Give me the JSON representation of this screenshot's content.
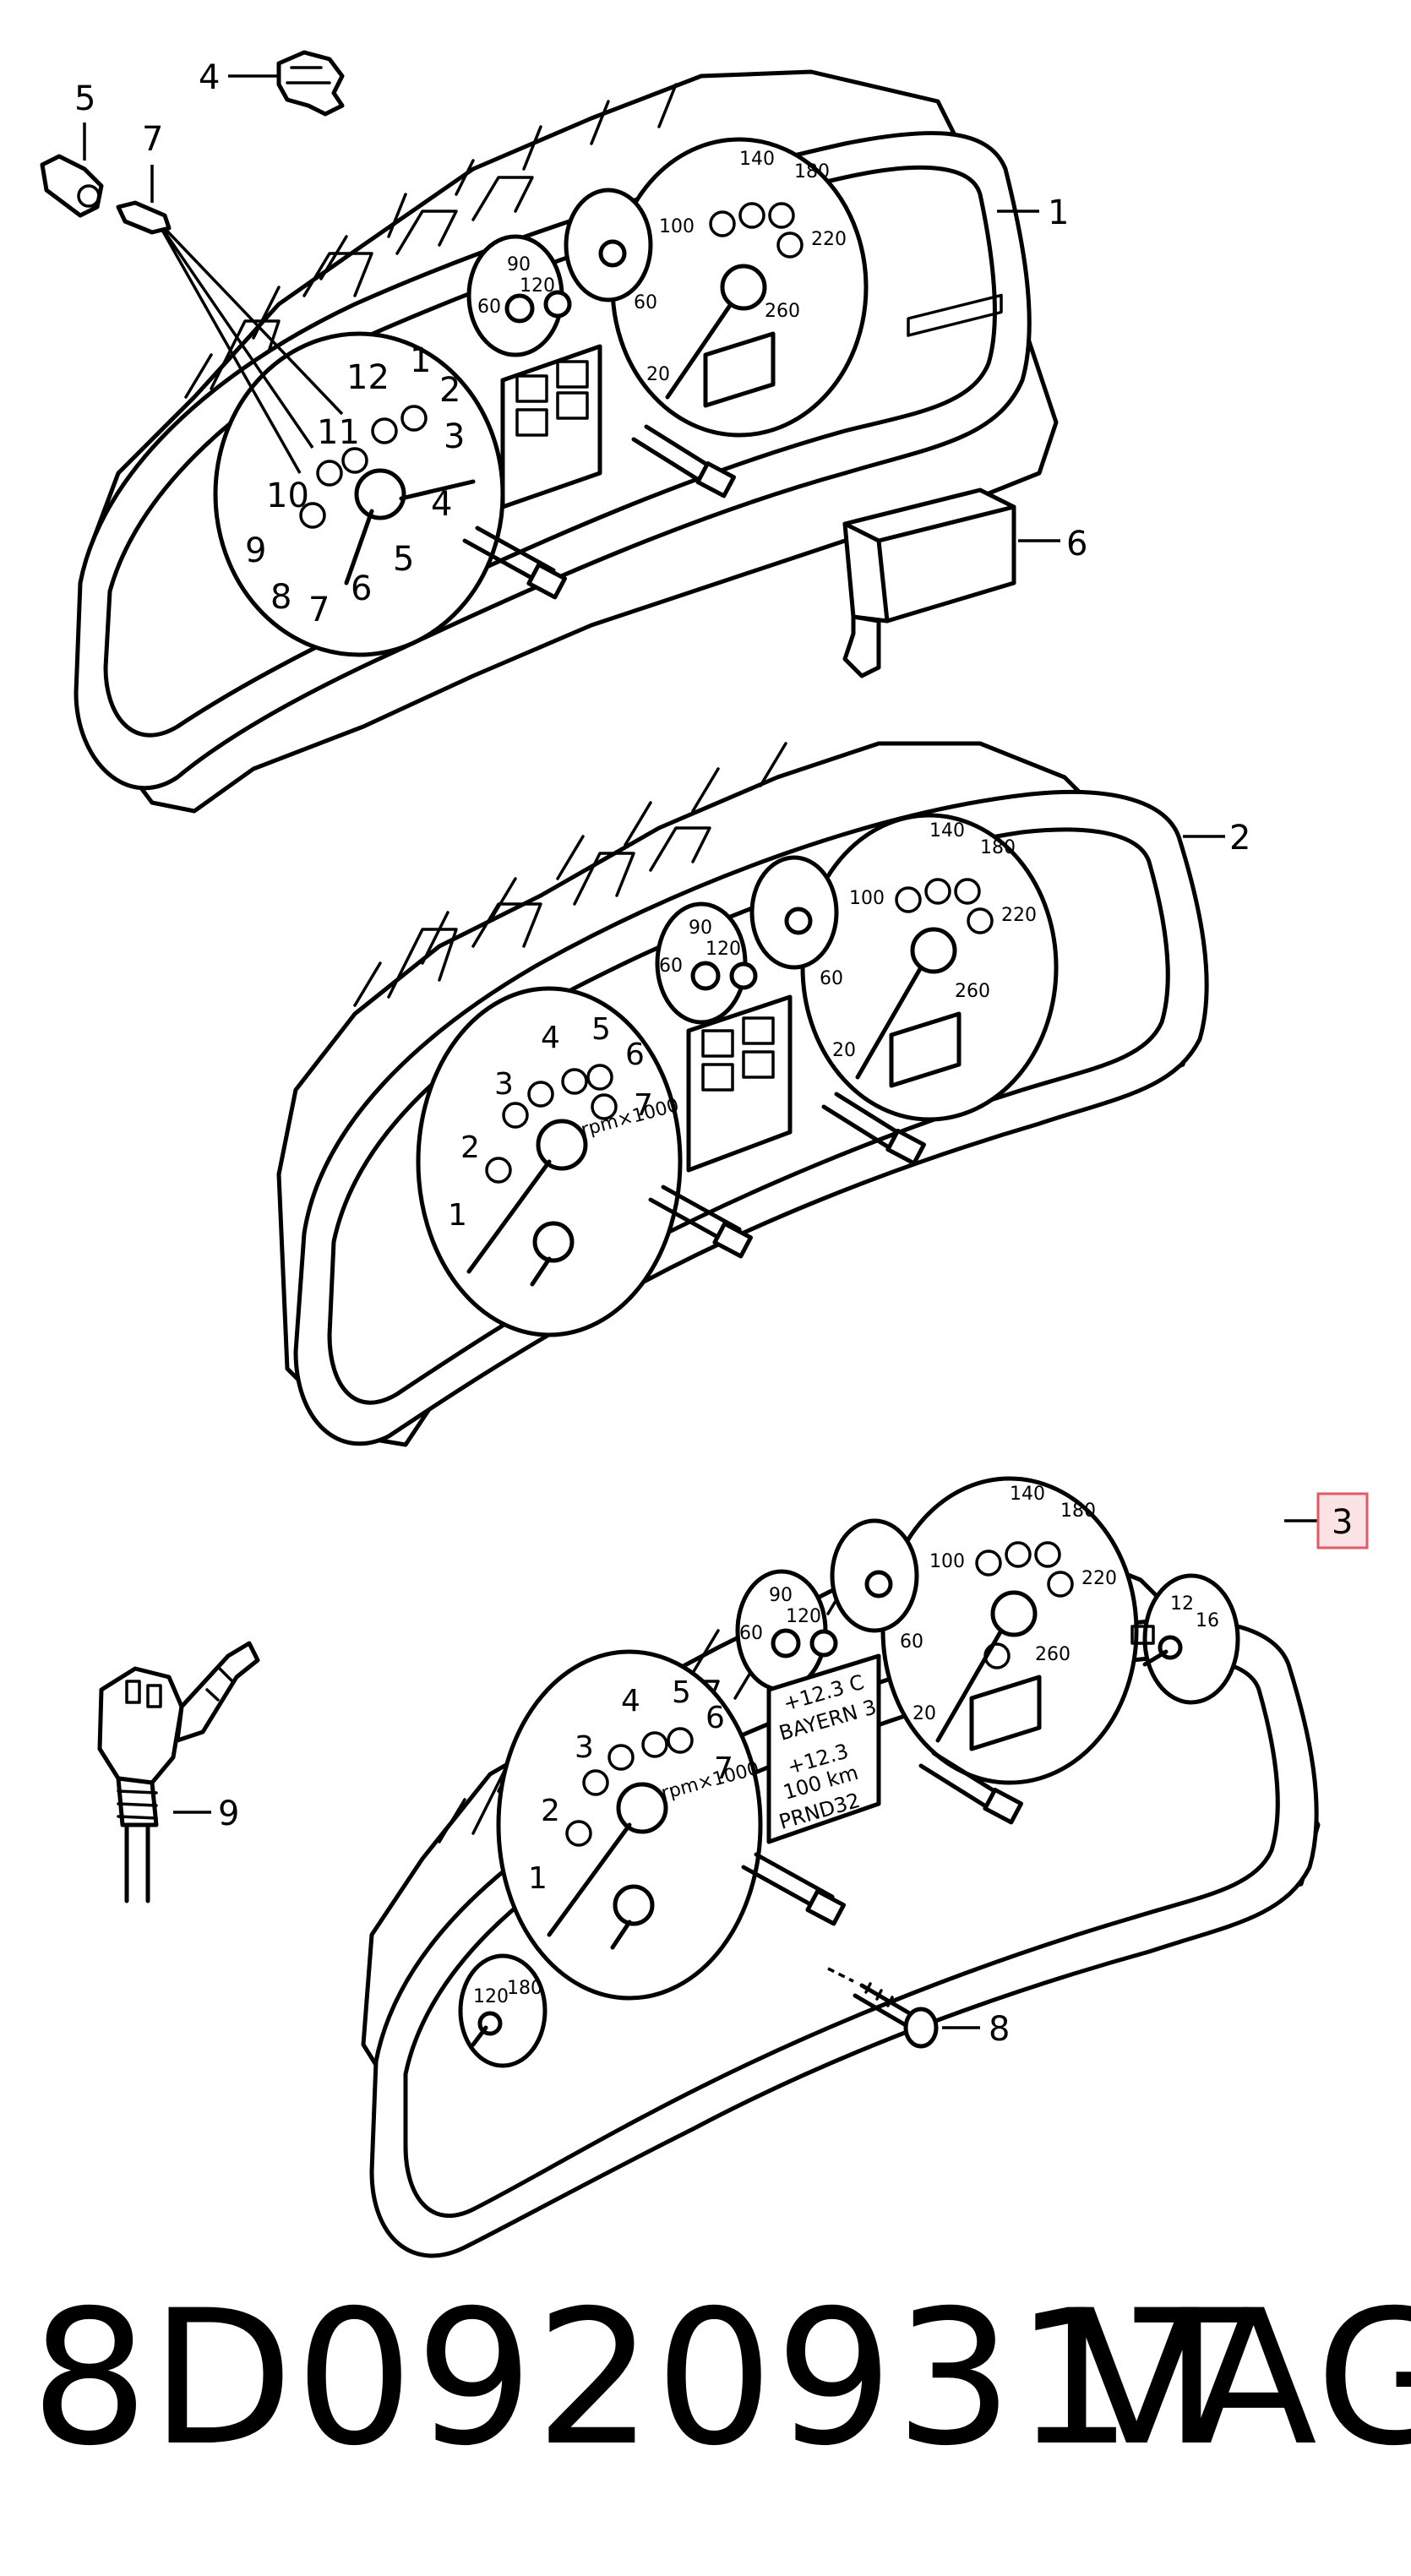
{
  "callouts": {
    "c1": "1",
    "c2": "2",
    "c3": "3",
    "c4": "4",
    "c5": "5",
    "c6": "6",
    "c7": "7",
    "c8": "8",
    "c9": "9"
  },
  "highlight_color": "#e15a67",
  "highlight_fill": "#fbe2e4",
  "cluster1": {
    "tach": [
      "1",
      "2",
      "3",
      "4",
      "5",
      "6",
      "7",
      "8",
      "9",
      "10",
      "11",
      "12"
    ],
    "speedo": [
      "20",
      "60",
      "100",
      "140",
      "180",
      "220",
      "260"
    ],
    "small_gauge": [
      "60",
      "90",
      "120"
    ]
  },
  "cluster2": {
    "tach": [
      "1",
      "2",
      "3",
      "4",
      "5",
      "6",
      "7"
    ],
    "tach_unit": "rpm×1000",
    "speedo": [
      "20",
      "60",
      "100",
      "140",
      "180",
      "220",
      "260"
    ],
    "small_gauge": [
      "60",
      "90",
      "120"
    ]
  },
  "cluster3": {
    "tach": [
      "1",
      "2",
      "3",
      "4",
      "5",
      "6",
      "7"
    ],
    "tach_unit": "rpm×1000",
    "speedo": [
      "20",
      "60",
      "100",
      "140",
      "180",
      "220",
      "260"
    ],
    "small_gauge": [
      "60",
      "90",
      "120"
    ],
    "left_gauge": [
      "120",
      "180"
    ],
    "right_gauge": [
      "12",
      "16"
    ],
    "display": [
      "+12.3 C",
      "BAYERN 3",
      "+12.3",
      "100 km",
      "PRND32"
    ]
  },
  "caption": {
    "part_number": "8D0920931T",
    "brand": "VAG"
  }
}
